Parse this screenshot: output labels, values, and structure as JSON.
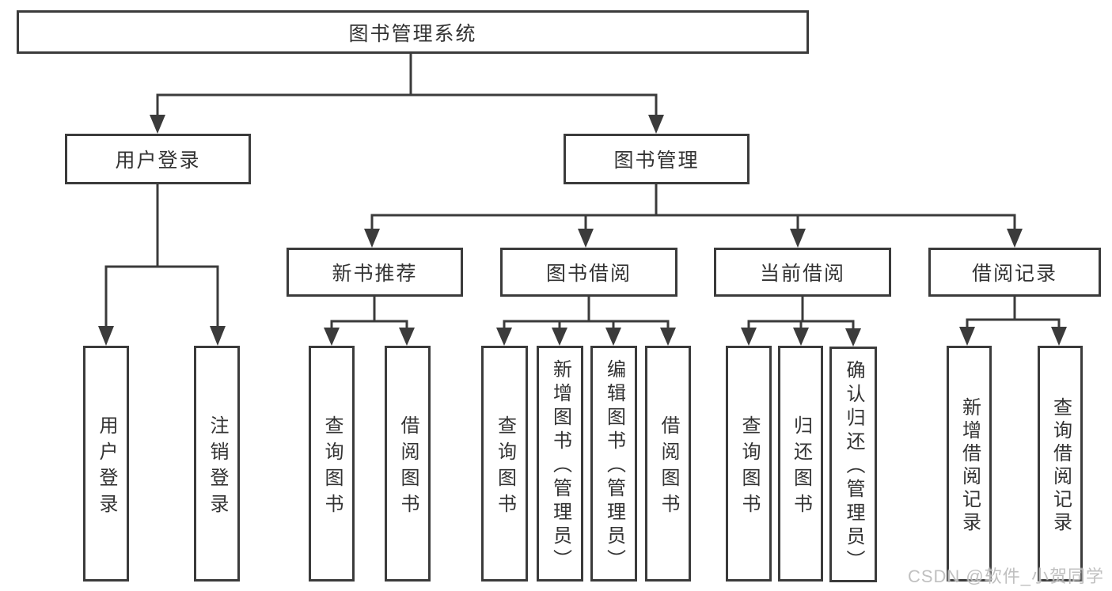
{
  "colors": {
    "line": "#3b3b3b",
    "text": "#333333",
    "background": "#ffffff",
    "watermark": "#b9b9b9"
  },
  "watermark": {
    "text": "CSDN @软件_小贺同学"
  },
  "diagram": {
    "title": "图书管理系统",
    "children": [
      {
        "label": "用户登录",
        "children": [
          {
            "label": "用户登录"
          },
          {
            "label": "注销登录"
          }
        ]
      },
      {
        "label": "图书管理",
        "children": [
          {
            "label": "新书推荐",
            "children": [
              {
                "label": "查询图书"
              },
              {
                "label": "借阅图书"
              }
            ]
          },
          {
            "label": "图书借阅",
            "children": [
              {
                "label": "查询图书"
              },
              {
                "label": "新增图书（管理员）"
              },
              {
                "label": "编辑图书（管理员）"
              },
              {
                "label": "借阅图书"
              }
            ]
          },
          {
            "label": "当前借阅",
            "children": [
              {
                "label": "查询图书"
              },
              {
                "label": "归还图书"
              },
              {
                "label": "确认归还（管理员）"
              }
            ]
          },
          {
            "label": "借阅记录",
            "children": [
              {
                "label": "新增借阅记录"
              },
              {
                "label": "查询借阅记录"
              }
            ]
          }
        ]
      }
    ]
  }
}
